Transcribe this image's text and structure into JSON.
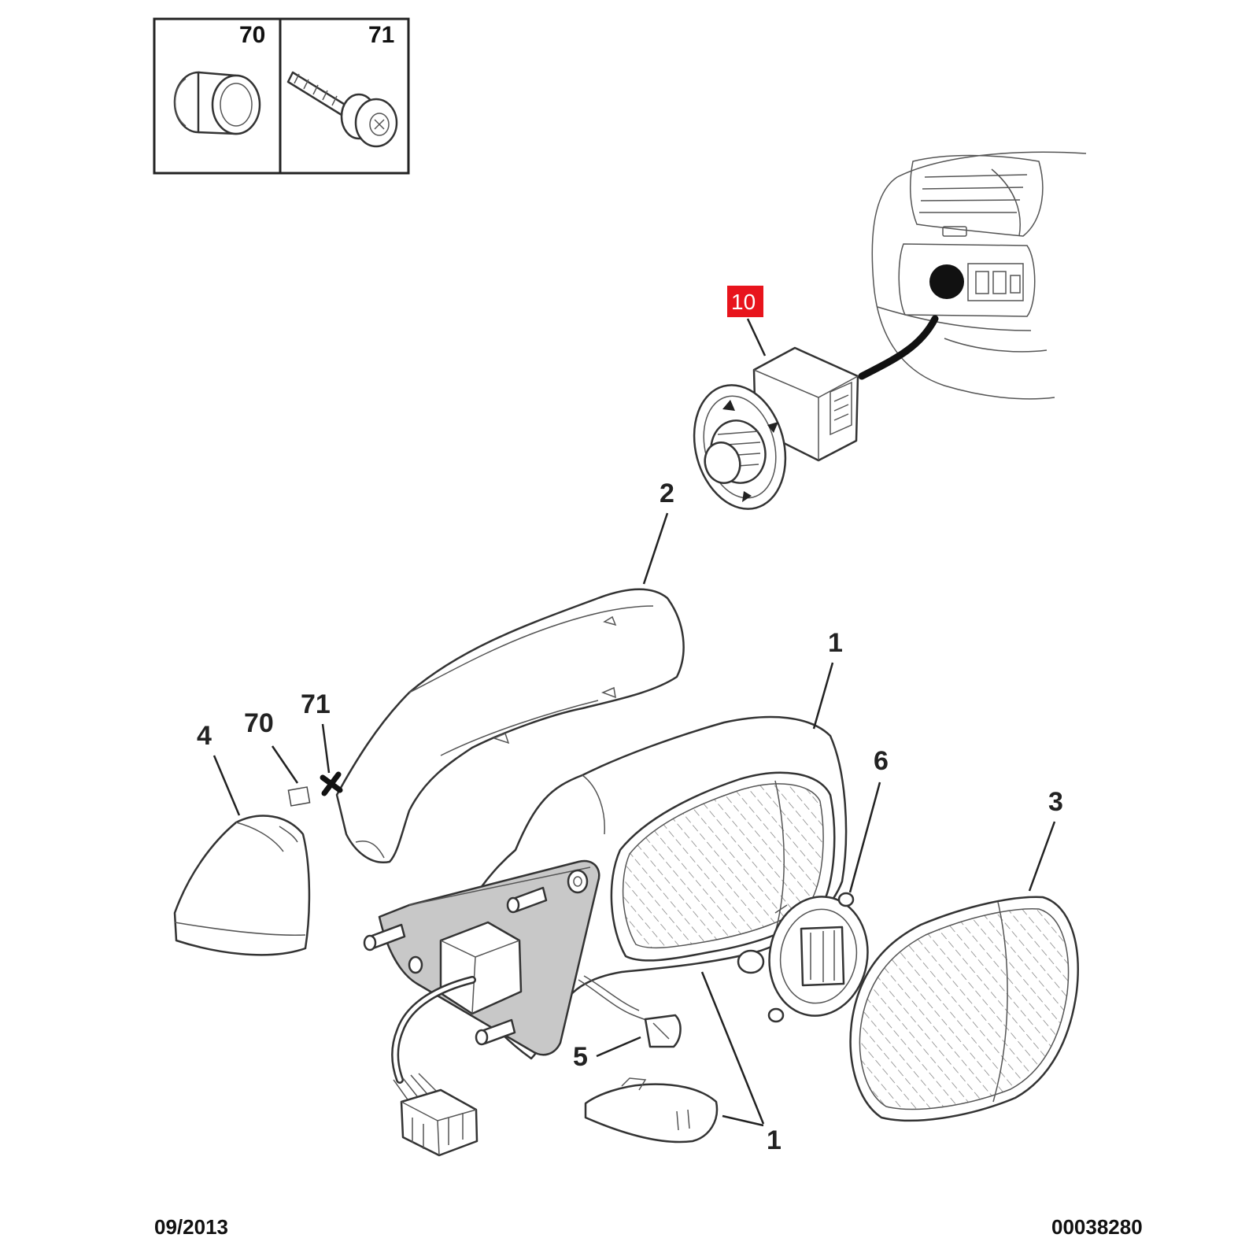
{
  "inset": {
    "left_label": "70",
    "right_label": "71"
  },
  "callouts": {
    "switch": "10",
    "cover": "2",
    "mirror_body_top": "1",
    "mirror_body_bottom": "1",
    "indicator_lens": "4",
    "clip": "70",
    "screw": "71",
    "motor": "6",
    "glass": "3",
    "harness": "5"
  },
  "footer": {
    "date": "09/2013",
    "reference": "00038280"
  },
  "colors": {
    "highlight": "#e8141c"
  }
}
